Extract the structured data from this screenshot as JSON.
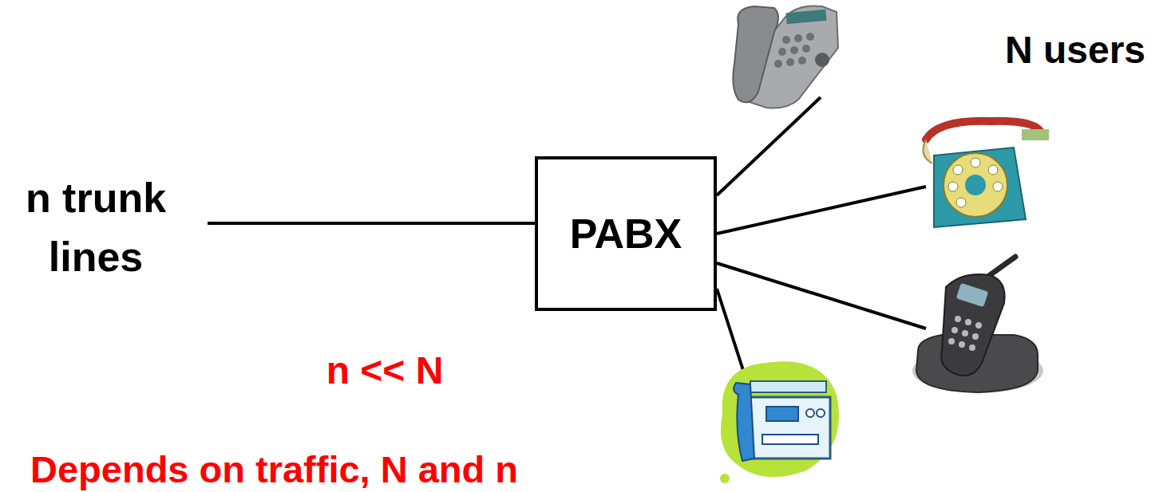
{
  "diagram": {
    "nodes": [
      {
        "text": [
          "PABX"
        ]
      }
    ],
    "labels": [
      "n trunk lines",
      "N users",
      "n << N",
      "Depends on traffic, N and n"
    ]
  }
}
